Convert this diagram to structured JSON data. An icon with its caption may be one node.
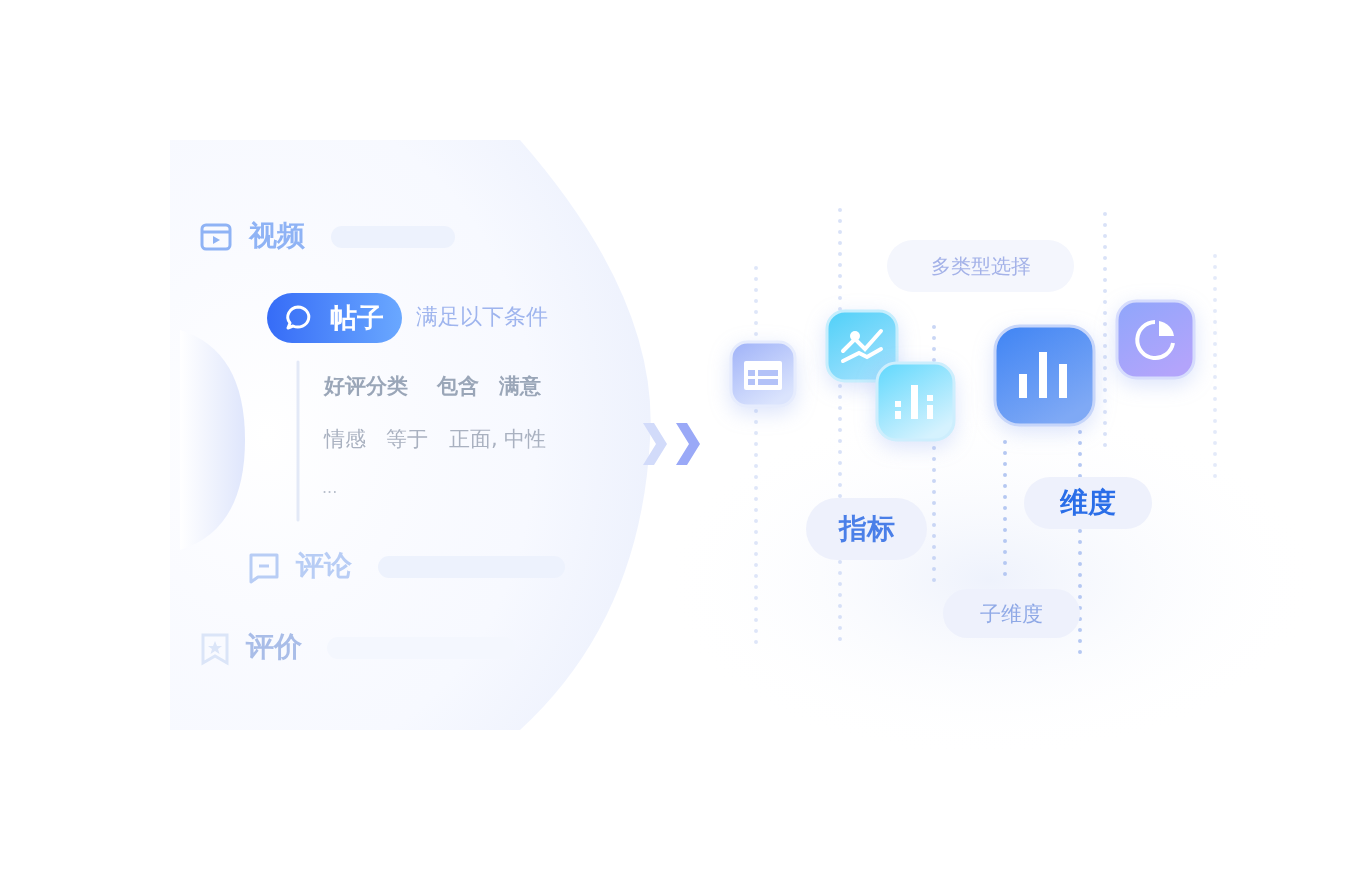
{
  "diagram": {
    "nodes": [
      {
        "text": [
          "视频"
        ]
      },
      {
        "text": [
          "帖子"
        ]
      },
      {
        "text": [
          "评论"
        ]
      },
      {
        "text": [
          "评价"
        ]
      },
      {
        "text": [
          "多类型选择"
        ]
      },
      {
        "text": [
          "指标"
        ]
      },
      {
        "text": [
          "维度"
        ]
      },
      {
        "text": [
          "子维度"
        ]
      }
    ],
    "labels": [
      "满足以下条件",
      "好评分类",
      "包含",
      "满意",
      "情感",
      "等于",
      "正面, 中性",
      "..."
    ]
  }
}
